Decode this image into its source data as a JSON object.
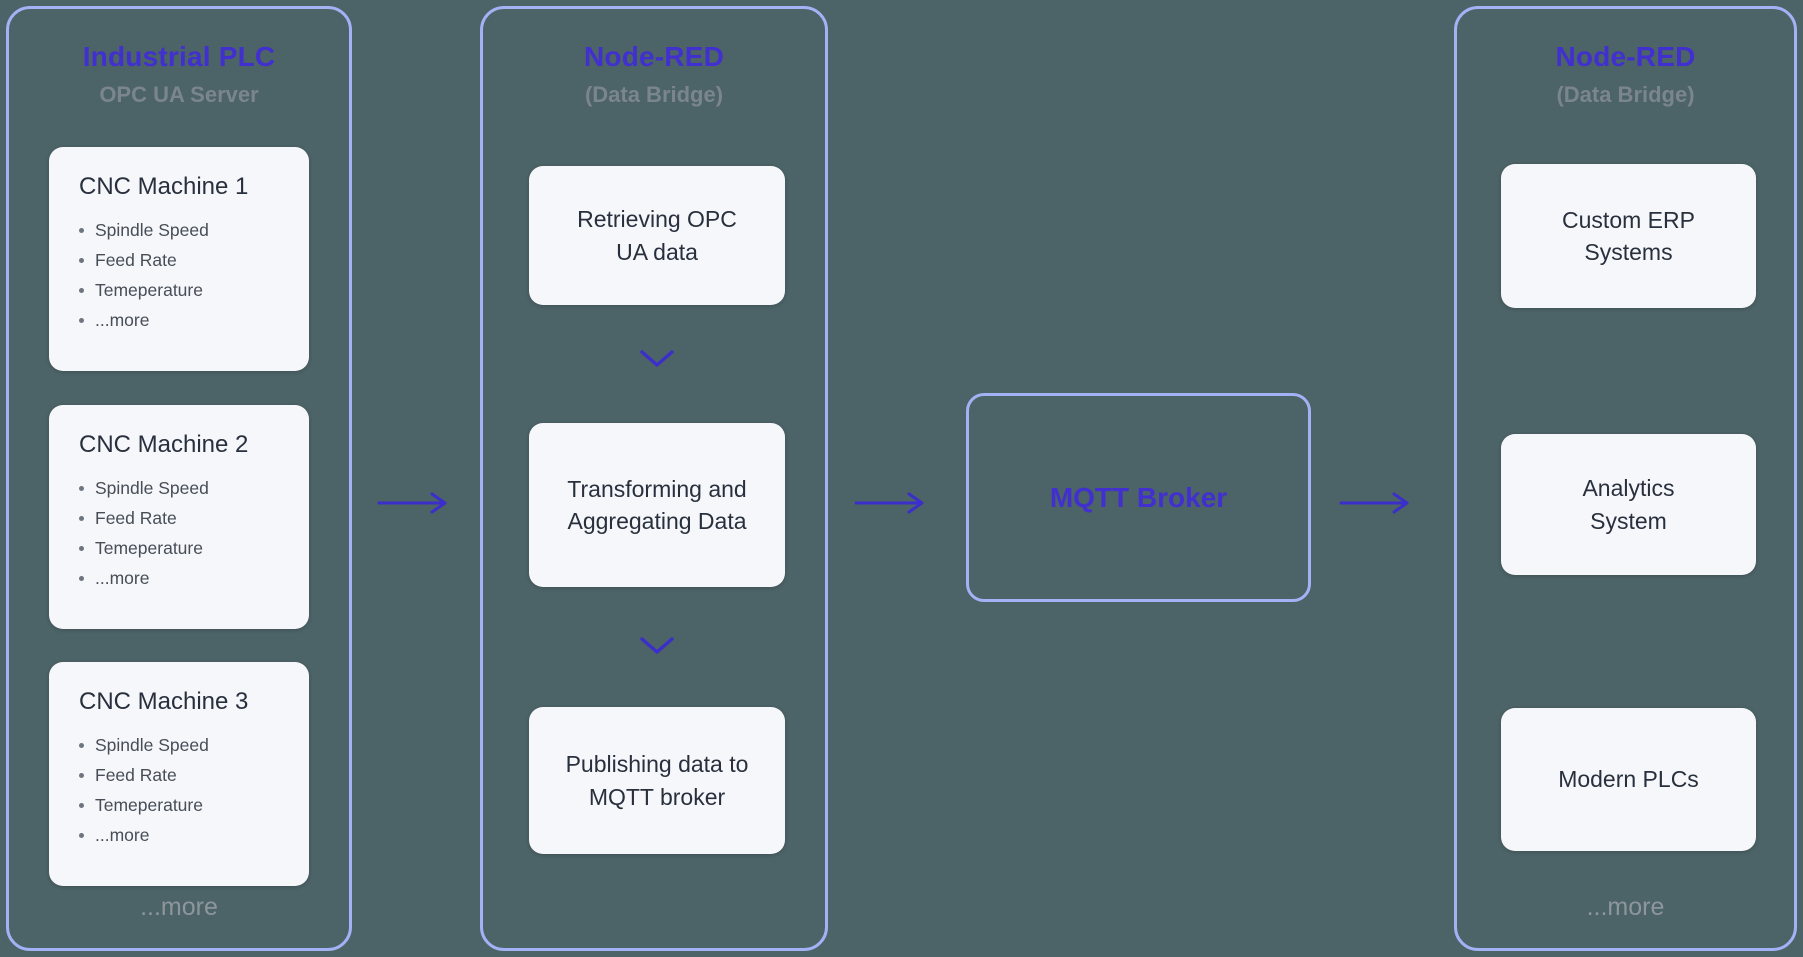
{
  "theme": {
    "background": "#4c6367",
    "panel_border": "#a2b2f4",
    "card_background": "#f6f7fb",
    "accent_indigo": "#4130cf",
    "arrow_color": "#3b2ecb",
    "muted_gray": "#7b858d"
  },
  "plc_panel": {
    "title": "Industrial PLC",
    "subtitle": "OPC UA Server",
    "more": "...more",
    "machines": [
      {
        "name": "CNC Machine 1",
        "items": [
          "Spindle Speed",
          "Feed Rate",
          "Temeperature",
          "...more"
        ]
      },
      {
        "name": "CNC Machine 2",
        "items": [
          "Spindle Speed",
          "Feed Rate",
          "Temeperature",
          "...more"
        ]
      },
      {
        "name": "CNC Machine 3",
        "items": [
          "Spindle Speed",
          "Feed Rate",
          "Temeperature",
          "...more"
        ]
      }
    ]
  },
  "bridge_panel": {
    "title": "Node-RED",
    "subtitle": "(Data Bridge)",
    "steps": [
      "Retrieving OPC UA data",
      "Transforming and Aggregating Data",
      "Publishing data to MQTT broker"
    ]
  },
  "broker": {
    "label": "MQTT Broker"
  },
  "consumers_panel": {
    "title": "Node-RED",
    "subtitle": "(Data Bridge)",
    "more": "...more",
    "systems": [
      "Custom ERP Systems",
      "Analytics System",
      "Modern PLCs"
    ]
  }
}
